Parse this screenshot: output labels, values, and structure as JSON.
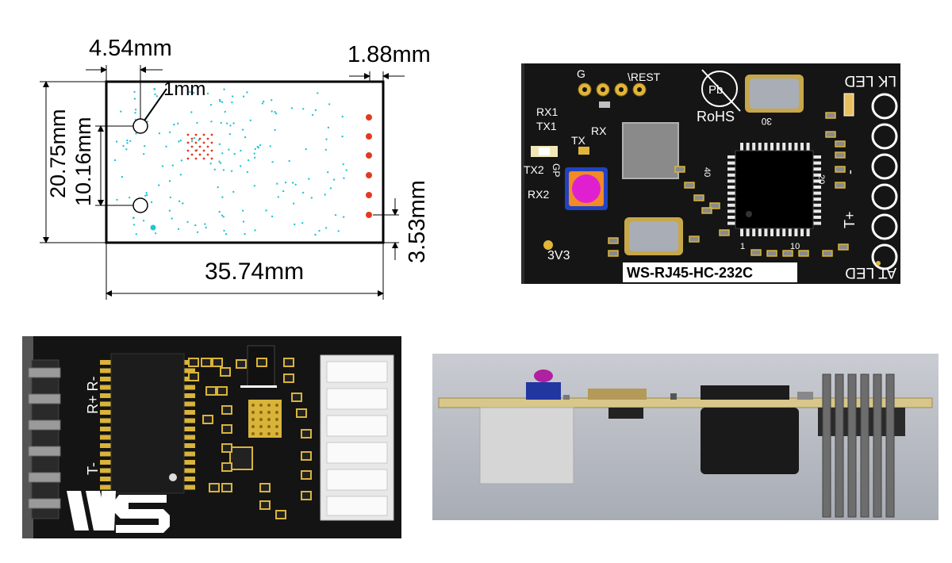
{
  "drawing": {
    "dim_left_offset": "4.54mm",
    "dim_right_offset": "1.88mm",
    "dim_hole": "1mm",
    "dim_height": "20.75mm",
    "dim_hole_spacing": "10.16mm",
    "dim_pin_offset": "3.53mm",
    "dim_width": "35.74mm"
  },
  "pcb_top": {
    "label_g": "G",
    "label_rest": "\\REST",
    "label_rohs": "RoHS",
    "label_lk_led": "LK LED",
    "label_at_led": "AT LED",
    "label_rx1": "RX1",
    "label_tx1": "TX1",
    "label_tx": "TX",
    "label_rx": "RX",
    "label_tx2": "TX2",
    "label_gp": "GP",
    "label_rx2": "RX2",
    "label_3v3": "3V3",
    "label_30": "30",
    "label_40": "40",
    "label_20": "20",
    "label_1": "1",
    "label_10": "10",
    "label_tplus": "T+",
    "label_minus": "-",
    "board_name": "WS-RJ45-HC-232C",
    "colors": {
      "board": "#151515",
      "silk": "#ffffff",
      "pad": "#d9b43a",
      "button": "#e020d0"
    }
  },
  "pcb_bottom": {
    "label_rplus_rminus": "R+ R-",
    "label_tminus": "T-",
    "logo_text": "WS"
  },
  "side_view": {
    "colors": {
      "background": "#b8bcc4",
      "board": "#d7c78a",
      "rj45": "#d6d6d6",
      "header": "#444444"
    }
  }
}
